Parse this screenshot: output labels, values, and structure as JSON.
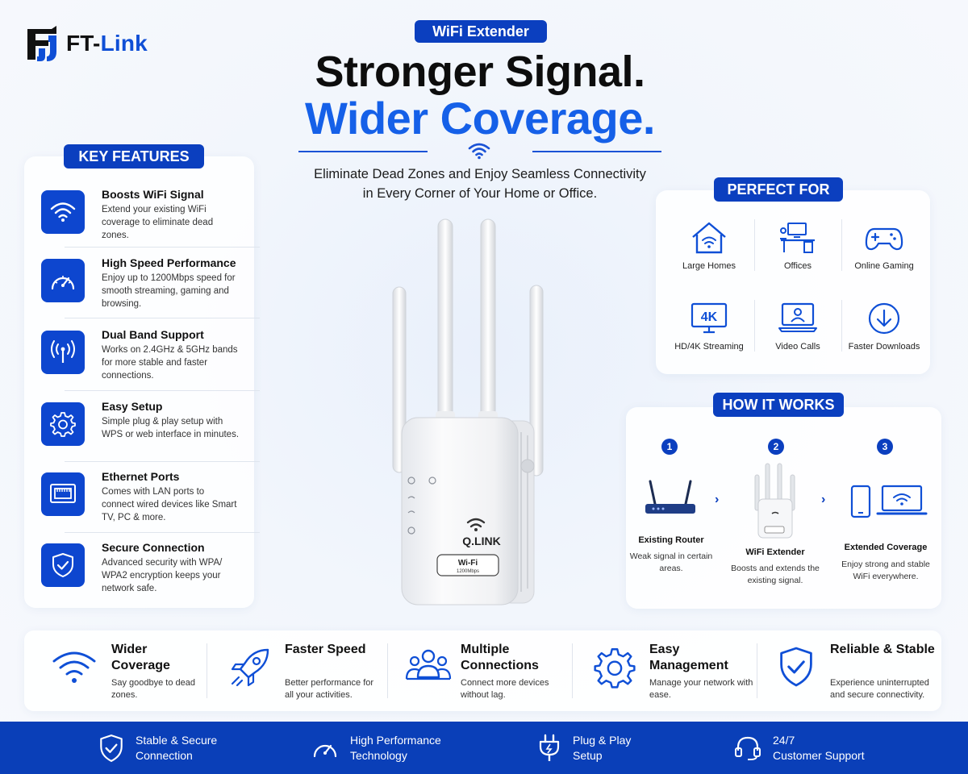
{
  "brand": {
    "prefix": "FT-",
    "name": "Link"
  },
  "badge_top": "WiFi Extender",
  "headline": {
    "line1": "Stronger Signal.",
    "line2": "Wider Coverage."
  },
  "subtitle": {
    "line1": "Eliminate Dead Zones and Enjoy Seamless Connectivity",
    "line2": "in Every Corner of Your Home or Office."
  },
  "key_features": {
    "title": "KEY FEATURES",
    "items": [
      {
        "title": "Boosts WiFi Signal",
        "desc": "Extend your existing WiFi coverage to eliminate dead zones.",
        "icon": "wifi-icon"
      },
      {
        "title": "High Speed Performance",
        "desc": "Enjoy up to 1200Mbps speed for smooth streaming, gaming and browsing.",
        "icon": "speedometer-icon"
      },
      {
        "title": "Dual Band Support",
        "desc": "Works on 2.4GHz & 5GHz bands for more stable and faster connections.",
        "icon": "broadcast-icon"
      },
      {
        "title": "Easy Setup",
        "desc": "Simple plug & play setup with WPS or web interface in minutes.",
        "icon": "gear-icon"
      },
      {
        "title": "Ethernet Ports",
        "desc": "Comes with LAN ports to connect wired devices like Smart TV, PC & more.",
        "icon": "ethernet-icon"
      },
      {
        "title": "Secure Connection",
        "desc": "Advanced security with WPA/ WPA2 encryption keeps your network safe.",
        "icon": "shield-check-icon"
      }
    ]
  },
  "device": {
    "brand_label": "Q.LINK",
    "wifi_label": "Wi-Fi",
    "speed_label": "1200Mbps"
  },
  "perfect_for": {
    "title": "PERFECT FOR",
    "items": [
      {
        "label": "Large Homes",
        "icon": "home-wifi-icon"
      },
      {
        "label": "Offices",
        "icon": "office-desk-icon"
      },
      {
        "label": "Online Gaming",
        "icon": "gamepad-icon"
      },
      {
        "label": "HD/4K Streaming",
        "icon": "4k-monitor-icon"
      },
      {
        "label": "Video Calls",
        "icon": "video-call-icon"
      },
      {
        "label": "Faster Downloads",
        "icon": "download-icon"
      }
    ]
  },
  "how_it_works": {
    "title": "HOW IT WORKS",
    "steps": [
      {
        "num": "1",
        "title": "Existing Router",
        "desc": "Weak signal in certain areas.",
        "icon": "router-icon"
      },
      {
        "num": "2",
        "title": "WiFi Extender",
        "desc": "Boosts and extends the existing signal.",
        "icon": "extender-icon"
      },
      {
        "num": "3",
        "title": "Extended Coverage",
        "desc": "Enjoy strong and stable WiFi everywhere.",
        "icon": "devices-wifi-icon"
      }
    ]
  },
  "benefits": [
    {
      "title": "Wider Coverage",
      "desc": "Say goodbye to dead zones.",
      "icon": "wifi-icon"
    },
    {
      "title": "Faster Speed",
      "desc": "Better performance for all your activities.",
      "icon": "rocket-icon"
    },
    {
      "title": "Multiple Connections",
      "desc": "Connect more devices without lag.",
      "icon": "users-icon"
    },
    {
      "title": "Easy Management",
      "desc": "Manage your network with ease.",
      "icon": "gear-icon"
    },
    {
      "title": "Reliable & Stable",
      "desc": "Experience uninterrupted and secure connectivity.",
      "icon": "shield-check-icon"
    }
  ],
  "footer": [
    {
      "line1": "Stable & Secure",
      "line2": "Connection",
      "icon": "shield-check-icon"
    },
    {
      "line1": "High Performance",
      "line2": "Technology",
      "icon": "speedometer-icon"
    },
    {
      "line1": "Plug & Play",
      "line2": "Setup",
      "icon": "plug-icon"
    },
    {
      "line1": "24/7",
      "line2": "Customer Support",
      "icon": "headset-icon"
    }
  ],
  "colors": {
    "primary": "#0b3fbf",
    "accent": "#1560e8",
    "text": "#111111"
  }
}
